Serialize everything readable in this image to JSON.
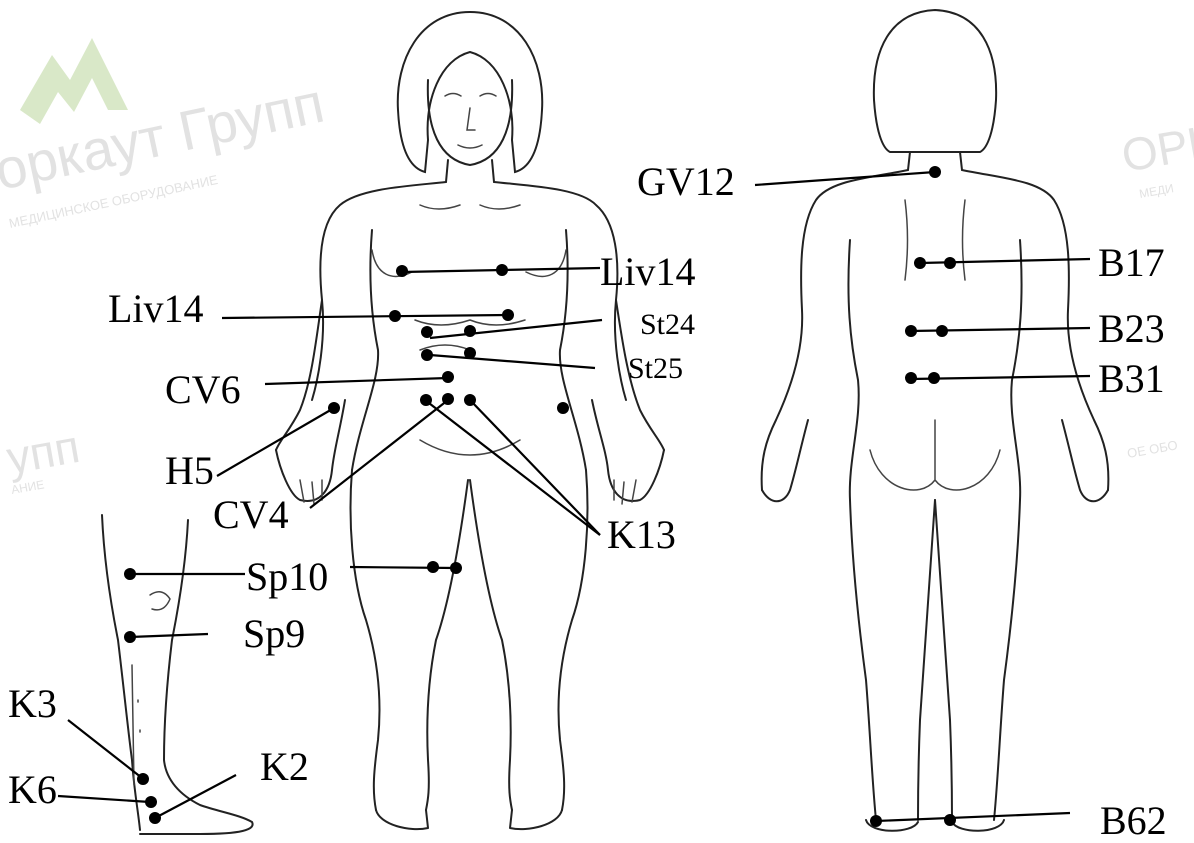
{
  "diagram": {
    "labels": {
      "gv12": "GV12",
      "liv14_right": "Liv14",
      "liv14_left": "Liv14",
      "st24": "St24",
      "st25": "St25",
      "cv6": "CV6",
      "h5": "H5",
      "cv4": "CV4",
      "k13": "K13",
      "sp10": "Sp10",
      "sp9": "Sp9",
      "k3": "K3",
      "k6": "K6",
      "k2": "K2",
      "b17": "B17",
      "b23": "B23",
      "b31": "B31",
      "b62": "B62"
    },
    "watermark": {
      "brand_left": "оркаут Групп",
      "sub_left": "МЕДИЦИНСКОЕ ОБОРУДОВАНИЕ",
      "brand_mid": "упп",
      "sub_mid": "АНИЕ",
      "brand_right": "ОРК",
      "sub_right": "МЕДИ",
      "sub_right2": "ОЕ ОБО",
      "logo_color": "#d9e8c8"
    }
  }
}
